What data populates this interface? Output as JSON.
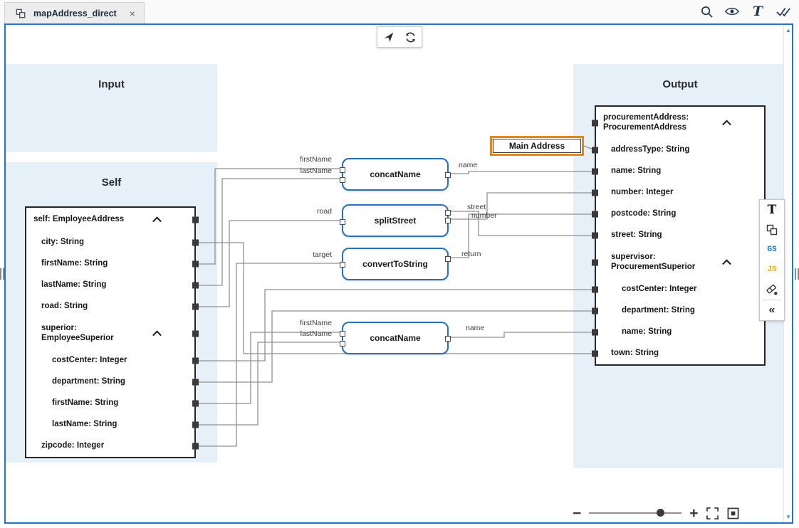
{
  "tab_bar": {
    "tab_label": "mapAddress_direct",
    "close_glyph": "×"
  },
  "header_tools": {
    "text_glyph": "T"
  },
  "sections": {
    "input_title": "Input",
    "self_title": "Self",
    "output_title": "Output"
  },
  "self_node": {
    "rows": [
      {
        "label": "self: EmployeeAddress",
        "cls": "lv0 root has-exp"
      },
      {
        "label": "city: String",
        "cls": "lv1"
      },
      {
        "label": "firstName: String",
        "cls": "lv1"
      },
      {
        "label": "lastName: String",
        "cls": "lv1"
      },
      {
        "label": "road: String",
        "cls": "lv1"
      },
      {
        "label": "superior:\nEmployeeSuperior",
        "cls": "lv1 tall has-exp"
      },
      {
        "label": "costCenter: Integer",
        "cls": "lv2"
      },
      {
        "label": "department: String",
        "cls": "lv2"
      },
      {
        "label": "firstName: String",
        "cls": "lv2"
      },
      {
        "label": "lastName: String",
        "cls": "lv2"
      },
      {
        "label": "zipcode: Integer",
        "cls": "lv1"
      }
    ]
  },
  "output_node": {
    "rows": [
      {
        "label": "procurementAddress:\nProcurementAddress",
        "cls": "lv0 tall has-exp"
      },
      {
        "label": "addressType: String",
        "cls": "lv1"
      },
      {
        "label": "name: String",
        "cls": "lv1"
      },
      {
        "label": "number: Integer",
        "cls": "lv1"
      },
      {
        "label": "postcode: String",
        "cls": "lv1"
      },
      {
        "label": "street: String",
        "cls": "lv1"
      },
      {
        "label": "supervisor:\nProcurementSuperior",
        "cls": "lv1 tall has-exp"
      },
      {
        "label": "costCenter: Integer",
        "cls": "lv2"
      },
      {
        "label": "department: String",
        "cls": "lv2"
      },
      {
        "label": "name: String",
        "cls": "lv2"
      },
      {
        "label": "town: String",
        "cls": "lv1"
      }
    ]
  },
  "functions": [
    {
      "label": "concatName"
    },
    {
      "label": "splitStreet"
    },
    {
      "label": "convertToString"
    },
    {
      "label": "concatName"
    }
  ],
  "wire_labels": {
    "concat1_in1": "firstName",
    "concat1_in2": "lastName",
    "split_in": "road",
    "convert_in": "target",
    "concat2_in1": "firstName",
    "concat2_in2": "lastName",
    "concat1_out": "name",
    "split_out1": "street",
    "split_out2": "number",
    "convert_out": "return",
    "concat2_out": "name"
  },
  "constant_node": {
    "label": "Main Address"
  },
  "palette": {
    "text_glyph": "T",
    "groovy_label": "GS",
    "js_label": "JS",
    "collapse_glyph": "«"
  },
  "zoom": {
    "minus_glyph": "−",
    "plus_glyph": "+"
  },
  "scrollbar": {
    "up_glyph": "▲",
    "down_glyph": "▼"
  },
  "colors": {
    "canvas_border": "#2472c8",
    "panel_blue": "#e6f0f9",
    "function_border": "#2a6fbd",
    "highlight_orange": "#e2861b",
    "groovy_blue": "#1b70c6",
    "js_orange": "#eda70c"
  },
  "connections": [
    {
      "from": "self.firstName",
      "to": "concatName1.firstName"
    },
    {
      "from": "self.lastName",
      "to": "concatName1.lastName"
    },
    {
      "from": "self.road",
      "to": "splitStreet.road"
    },
    {
      "from": "self.zipcode",
      "to": "convertToString.target"
    },
    {
      "from": "self.superior.firstName",
      "to": "concatName2.firstName"
    },
    {
      "from": "self.superior.lastName",
      "to": "concatName2.lastName"
    },
    {
      "from": "self.city",
      "to": "procurementAddress.town"
    },
    {
      "from": "self.superior.costCenter",
      "to": "procurementAddress.supervisor.costCenter"
    },
    {
      "from": "self.superior.department",
      "to": "procurementAddress.supervisor.department"
    },
    {
      "from": "concatName1.name",
      "to": "procurementAddress.name"
    },
    {
      "from": "splitStreet.street",
      "to": "procurementAddress.street"
    },
    {
      "from": "splitStreet.number",
      "to": "procurementAddress.number"
    },
    {
      "from": "convertToString.return",
      "to": "procurementAddress.postcode"
    },
    {
      "from": "concatName2.name",
      "to": "procurementAddress.supervisor.name"
    },
    {
      "from": "constant.MainAddress",
      "to": "procurementAddress.addressType"
    }
  ]
}
